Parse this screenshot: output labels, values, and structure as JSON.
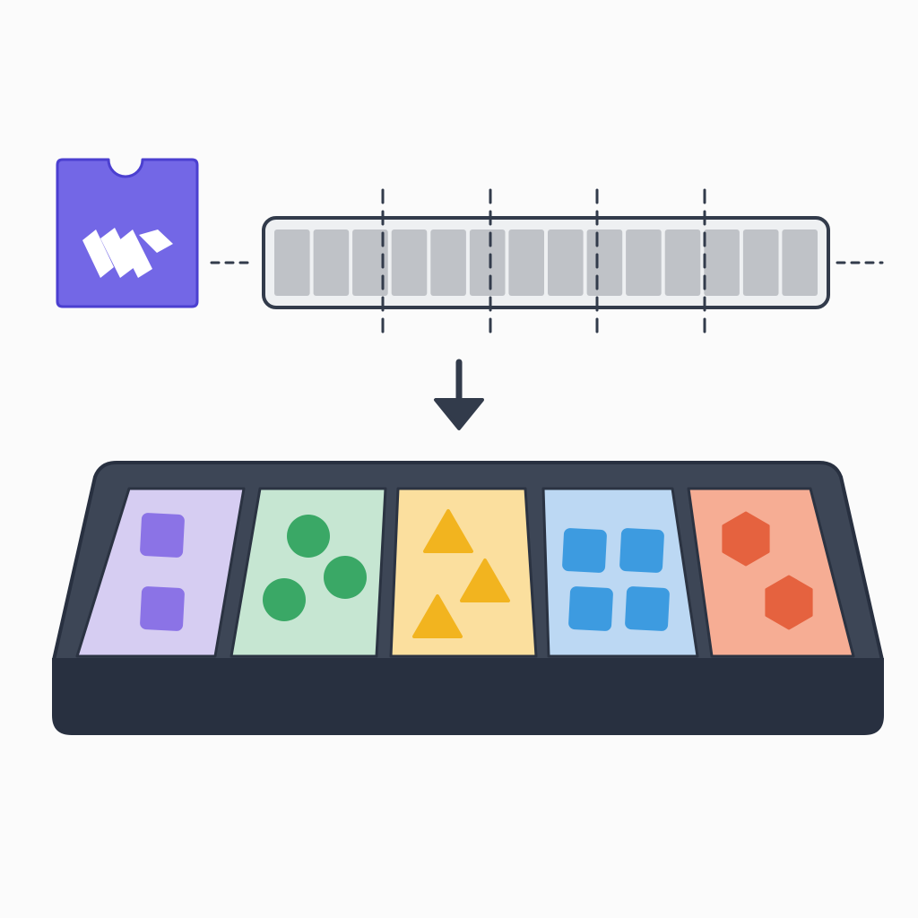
{
  "diagram": {
    "source_logo": {
      "icon": "w-logo-icon",
      "color": "#7367e6",
      "border_color": "#4b3fd0",
      "mark_color": "#ffffff"
    },
    "strip": {
      "segment_count": 14,
      "segment_color": "#bfc2c7",
      "frame_color": "#eef0f2",
      "border_color": "#323b4b",
      "cut_lines": 4
    },
    "arrow": {
      "icon": "arrow-down-icon",
      "color": "#323b4b"
    },
    "tray": {
      "body_color": "#3d4656",
      "border_color": "#283040",
      "compartments": [
        {
          "name": "purple",
          "fill": "#d6cdf2",
          "shape": "square",
          "count": 2,
          "shape_color": "#8b73e6"
        },
        {
          "name": "green",
          "fill": "#c6e6d2",
          "shape": "circle",
          "count": 3,
          "shape_color": "#3aa866"
        },
        {
          "name": "yellow",
          "fill": "#fbdf9e",
          "shape": "triangle",
          "count": 3,
          "shape_color": "#f2b41f"
        },
        {
          "name": "blue",
          "fill": "#bcd8f3",
          "shape": "square",
          "count": 4,
          "shape_color": "#3d9be0"
        },
        {
          "name": "red",
          "fill": "#f6ad94",
          "shape": "hexagon",
          "count": 2,
          "shape_color": "#e5623f"
        }
      ]
    }
  }
}
